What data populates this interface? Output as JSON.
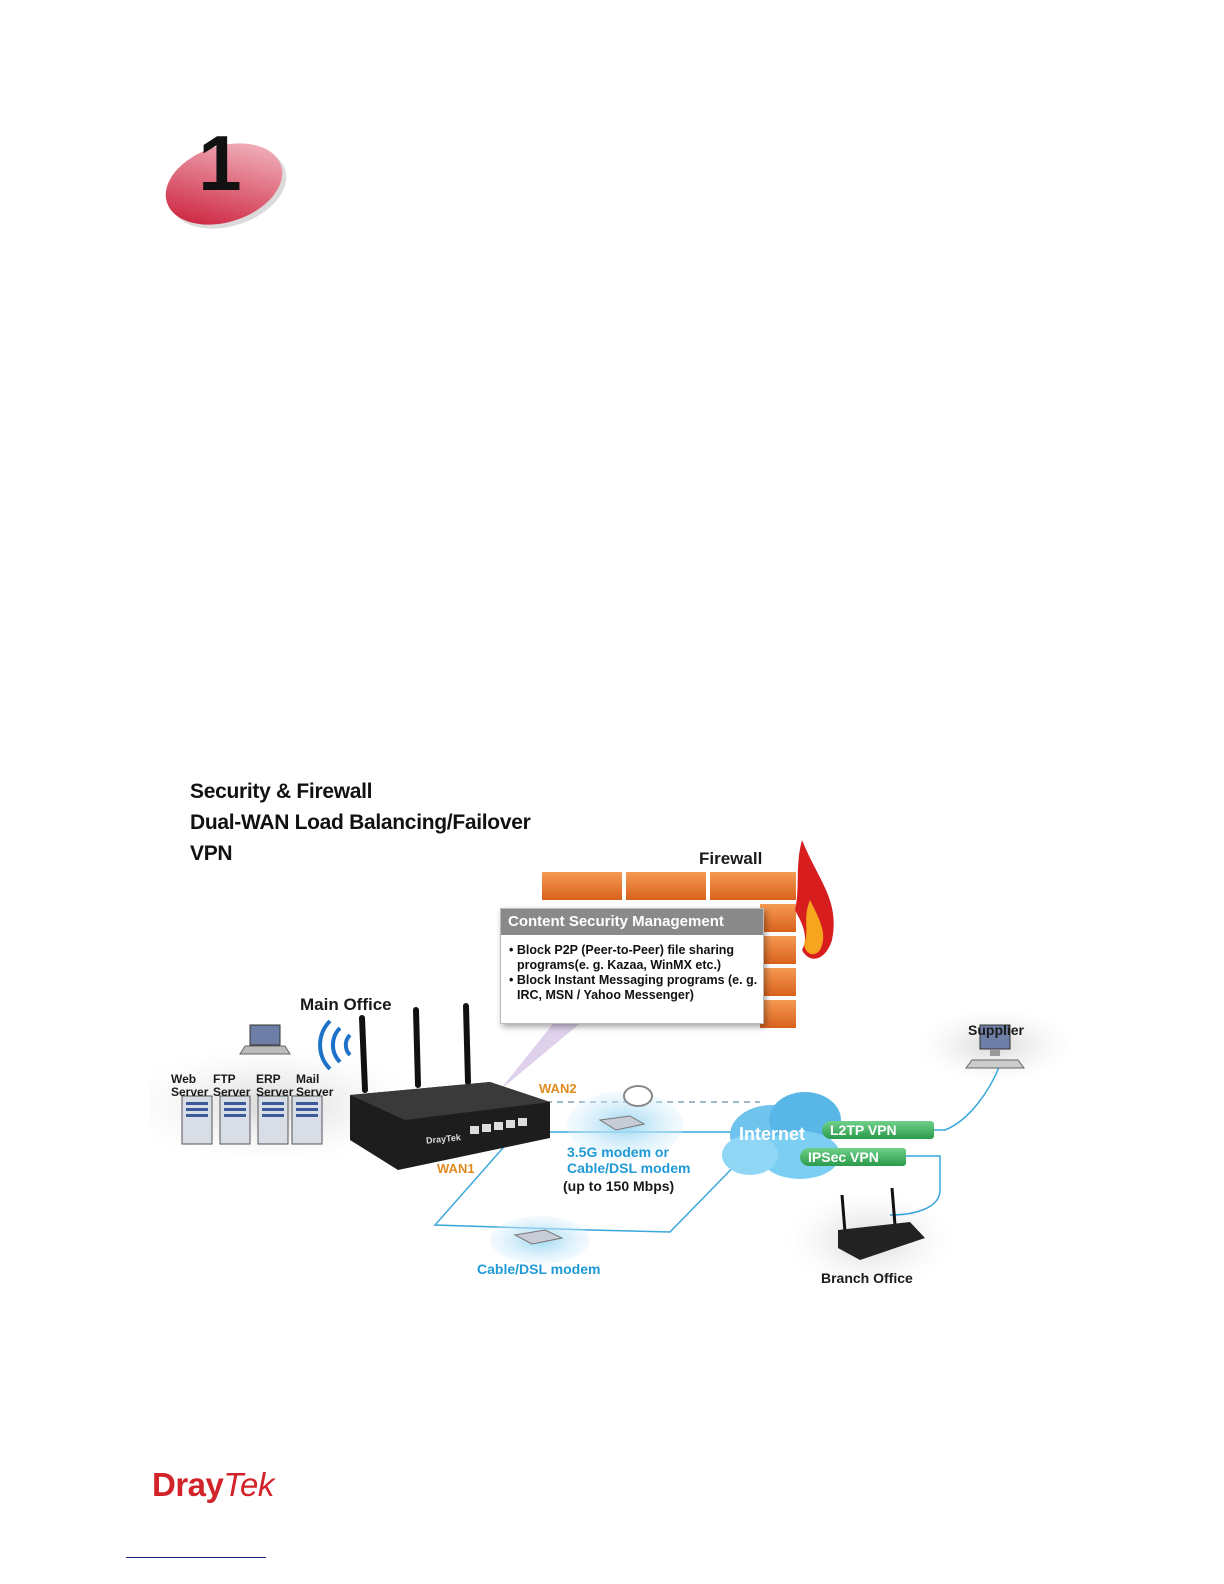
{
  "chapter": {
    "number": "1"
  },
  "features": [
    "Security & Firewall",
    "Dual-WAN Load Balancing/Failover",
    "VPN"
  ],
  "diagram": {
    "firewall_label": "Firewall",
    "content_security": {
      "title": "Content Security Management",
      "items": [
        "Block P2P (Peer-to-Peer) file sharing programs(e. g. Kazaa, WinMX etc.)",
        "Block Instant Messaging programs (e. g. IRC, MSN / Yahoo Messenger)"
      ]
    },
    "main_office": "Main Office",
    "servers": [
      {
        "line1": "Web",
        "line2": "Server"
      },
      {
        "line1": "FTP",
        "line2": "Server"
      },
      {
        "line1": "ERP",
        "line2": "Server"
      },
      {
        "line1": "Mail",
        "line2": "Server"
      }
    ],
    "router_brand": "DrayTek",
    "wan2": "WAN2",
    "wan1": "WAN1",
    "modem_3g": {
      "line1": "3.5G modem or",
      "line2": "Cable/DSL modem",
      "speed": "(up to 150 Mbps)"
    },
    "cable_modem": "Cable/DSL modem",
    "internet": "Internet",
    "l2tp": "L2TP VPN",
    "ipsec": "IPSec VPN",
    "supplier": "Supplier",
    "branch_office": "Branch Office",
    "colors": {
      "blue_link": "#1f9ad6",
      "orange_wan": "#e08a1e",
      "vpn_green": "#2b9a4a",
      "brick": "#e8782e",
      "logo_red": "#d2232a"
    }
  },
  "logo": {
    "part1": "Dray",
    "part2": "Tek"
  }
}
